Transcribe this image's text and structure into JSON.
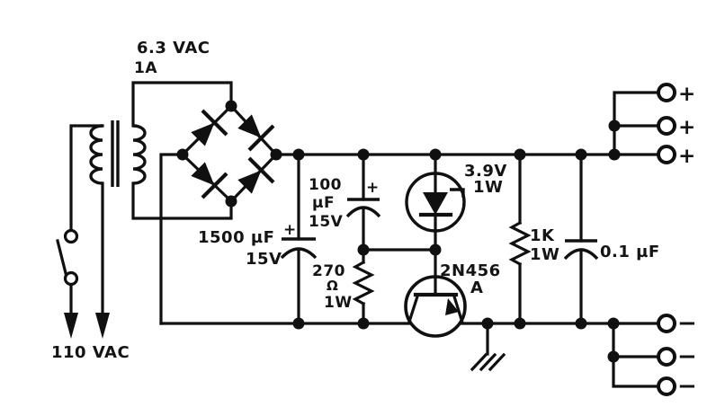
{
  "colors": {
    "ink": "#101010",
    "background": "#ffffff"
  },
  "schematic": {
    "transformer": {
      "secondary_voltage": "6.3 VAC",
      "secondary_current": "1A"
    },
    "ac_input": {
      "label": "110 VAC"
    },
    "c_filter": {
      "value": "1500 µF",
      "voltage": "15V",
      "polarity": "+"
    },
    "c_bypass": {
      "value": "100",
      "unit": "µF",
      "voltage": "15V",
      "polarity": "+"
    },
    "r_bias": {
      "value": "270",
      "unit": "Ω",
      "power": "1W"
    },
    "zener": {
      "voltage": "3.9V",
      "power": "1W"
    },
    "transistor": {
      "part": "2N456",
      "suffix": "A"
    },
    "r_load": {
      "value": "1K",
      "power": "1W"
    },
    "c_output": {
      "value": "0.1 µF"
    },
    "terminals": {
      "positive": "+",
      "negative": "−"
    }
  }
}
